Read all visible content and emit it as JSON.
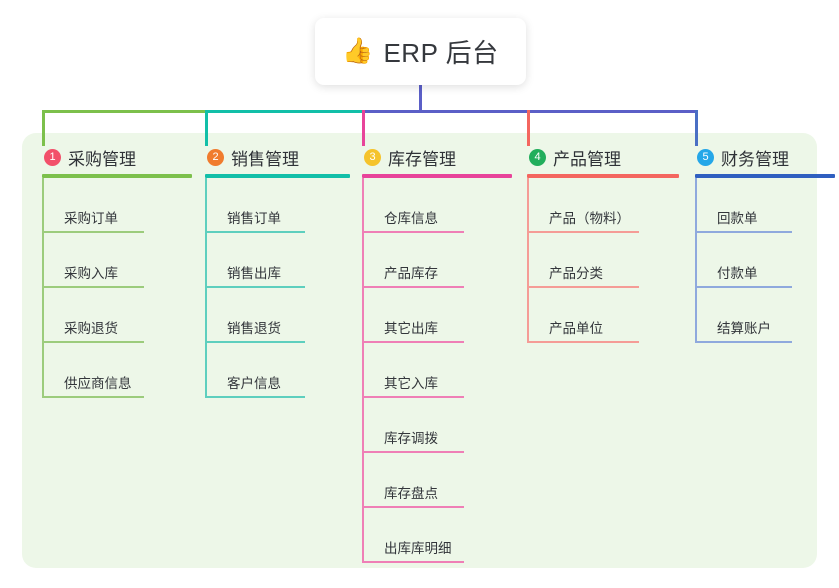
{
  "root": {
    "icon": "thumbs-up-icon",
    "emoji": "👍",
    "title": "ERP 后台"
  },
  "panel": {
    "background_color": "#edf7e8"
  },
  "connectors": {
    "stem_color": "#5b5fc7",
    "segments": [
      {
        "name": "purchase",
        "color": "#7cc04b"
      },
      {
        "name": "sales",
        "color": "#12bfa8"
      },
      {
        "name": "trunk",
        "color": "#5b5fc7"
      }
    ],
    "drops": [
      "#7cc04b",
      "#12bfa8",
      "#e8449a",
      "#f4665f",
      "#4a6fc4"
    ]
  },
  "columns": [
    {
      "index": "1",
      "title": "采购管理",
      "badge_color": "#f2506a",
      "line_color": "#7cc04b",
      "leaf_color": "#9ccc7c",
      "items": [
        "采购订单",
        "采购入库",
        "采购退货",
        "供应商信息"
      ]
    },
    {
      "index": "2",
      "title": "销售管理",
      "badge_color": "#f07c2e",
      "line_color": "#12bfa8",
      "leaf_color": "#5ecfbe",
      "items": [
        "销售订单",
        "销售出库",
        "销售退货",
        "客户信息"
      ]
    },
    {
      "index": "3",
      "title": "库存管理",
      "badge_color": "#f5c32c",
      "line_color": "#e8449a",
      "leaf_color": "#ef7fb6",
      "items": [
        "仓库信息",
        "产品库存",
        "其它出库",
        "其它入库",
        "库存调拨",
        "库存盘点",
        "出库库明细"
      ]
    },
    {
      "index": "4",
      "title": "产品管理",
      "badge_color": "#22ae5c",
      "line_color": "#f4665f",
      "leaf_color": "#f59c96",
      "items": [
        "产品（物料）",
        "产品分类",
        "产品单位"
      ]
    },
    {
      "index": "5",
      "title": "财务管理",
      "badge_color": "#25a7e8",
      "line_color": "#2f5fc0",
      "leaf_color": "#8fa9dd",
      "items": [
        "回款单",
        "付款单",
        "结算账户"
      ]
    }
  ]
}
